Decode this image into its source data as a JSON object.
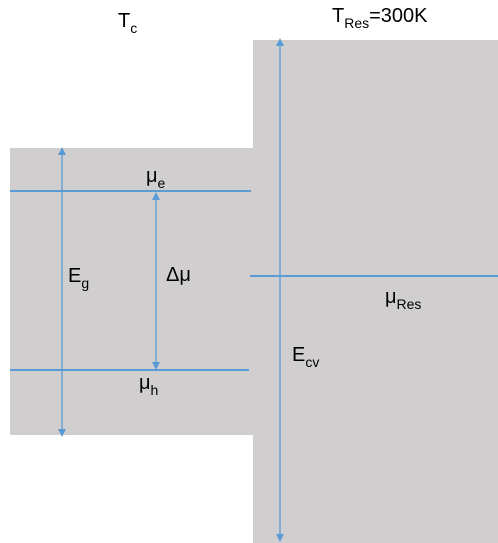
{
  "colors": {
    "region_fill": "#d0cece",
    "line": "#5b9bd5",
    "text": "#000000",
    "background": "#ffffff"
  },
  "labels": {
    "t_c": {
      "main": "T",
      "sub": "c"
    },
    "t_res": {
      "main": "T",
      "sub": "Res",
      "suffix": "=300K"
    },
    "mu_e": {
      "main": "μ",
      "sub": "e"
    },
    "mu_h": {
      "main": "μ",
      "sub": "h"
    },
    "e_g": {
      "main": "E",
      "sub": "g"
    },
    "delta_mu": {
      "main": "Δμ"
    },
    "mu_res": {
      "main": "μ",
      "sub": "Res"
    },
    "e_cv": {
      "main": "E",
      "sub": "cv"
    }
  }
}
